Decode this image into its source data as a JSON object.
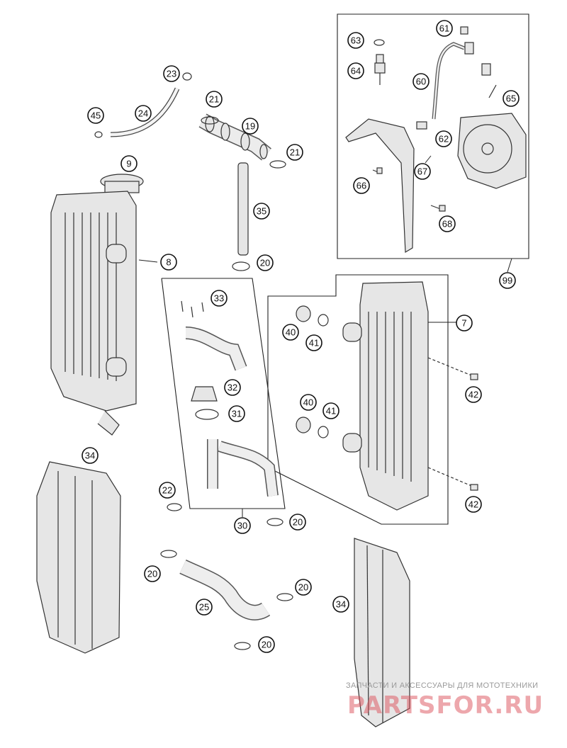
{
  "callouts": {
    "c7": "7",
    "c8": "8",
    "c9": "9",
    "c19": "19",
    "c20a": "20",
    "c20b": "20",
    "c20c": "20",
    "c20d": "20",
    "c20e": "20",
    "c21a": "21",
    "c21b": "21",
    "c22": "22",
    "c23": "23",
    "c24": "24",
    "c25": "25",
    "c30": "30",
    "c31": "31",
    "c32": "32",
    "c33": "33",
    "c34a": "34",
    "c34b": "34",
    "c35": "35",
    "c40a": "40",
    "c40b": "40",
    "c41a": "41",
    "c41b": "41",
    "c42a": "42",
    "c42b": "42",
    "c45": "45",
    "c60": "60",
    "c61": "61",
    "c62": "62",
    "c63": "63",
    "c64": "64",
    "c65": "65",
    "c66": "66",
    "c67": "67",
    "c68": "68",
    "c99": "99"
  },
  "watermark": {
    "tagline": "ЗАПЧАСТИ И АКСЕССУАРЫ ДЛЯ МОТОТЕХНИКИ",
    "brand": "PARTSFOR.RU"
  }
}
